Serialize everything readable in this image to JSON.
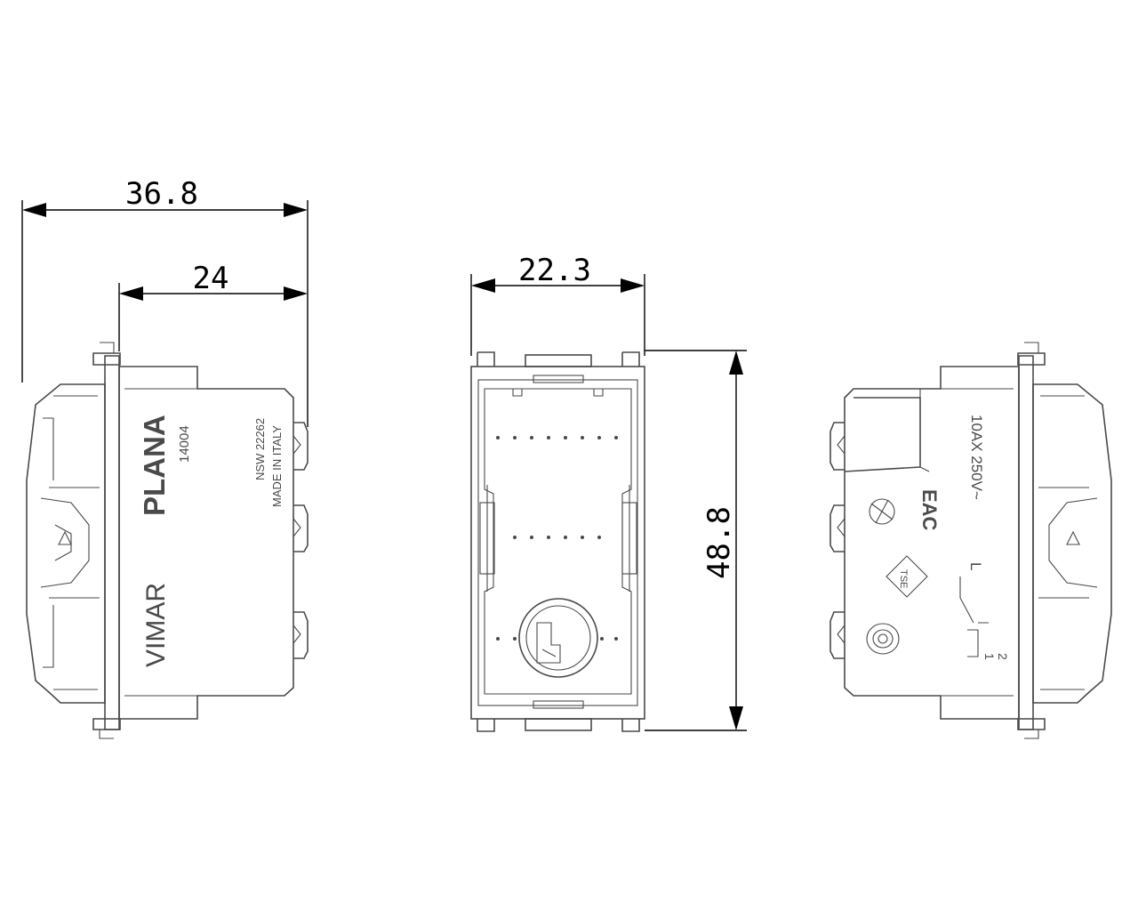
{
  "dimensions": {
    "overall_depth": "36.8",
    "body_depth": "24",
    "width": "22.3",
    "height": "48.8"
  },
  "left_view": {
    "brand": "VIMAR",
    "series": "PLANA",
    "article": "14004",
    "approval": "NSW 22262",
    "origin": "MADE IN ITALY"
  },
  "right_view": {
    "rating": "10AX  250V~",
    "eac_mark": "EAC",
    "tse_mark": "TSE",
    "terminal_l": "L",
    "terminal_2": "2",
    "terminal_1": "1"
  },
  "colors": {
    "line": "#4a4a4a",
    "dimension": "#000000",
    "background": "#ffffff"
  }
}
